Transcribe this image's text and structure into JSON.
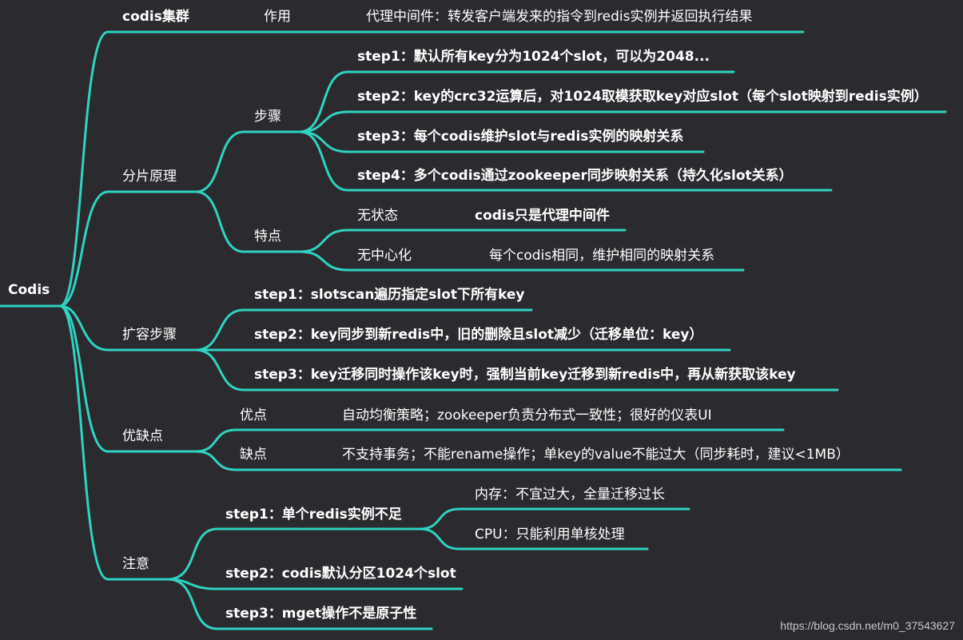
{
  "mindmap": {
    "root": "Codis",
    "branches": {
      "cluster": {
        "label": "codis集群",
        "child": "作用",
        "leaf": "代理中间件：转发客户端发来的指令到redis实例并返回执行结果"
      },
      "sharding": {
        "label": "分片原理",
        "steps": {
          "label": "步骤",
          "items": [
            "step1：默认所有key分为1024个slot，可以为2048...",
            "step2：key的crc32运算后，对1024取模获取key对应slot（每个slot映射到redis实例）",
            "step3：每个codis维护slot与redis实例的映射关系",
            "step4：多个codis通过zookeeper同步映射关系（持久化slot关系）"
          ]
        },
        "features": {
          "label": "特点",
          "items": [
            {
              "name": "无状态",
              "desc": "codis只是代理中间件"
            },
            {
              "name": "无中心化",
              "desc": "每个codis相同，维护相同的映射关系"
            }
          ]
        }
      },
      "scaling": {
        "label": "扩容步骤",
        "items": [
          "step1：slotscan遍历指定slot下所有key",
          "step2：key同步到新redis中，旧的删除且slot减少（迁移单位：key）",
          "step3：key迁移同时操作该key时，强制当前key迁移到新redis中，再从新获取该key"
        ]
      },
      "proscons": {
        "label": "优缺点",
        "items": [
          {
            "name": "优点",
            "desc": "自动均衡策略；zookeeper负责分布式一致性；很好的仪表UI"
          },
          {
            "name": "缺点",
            "desc": "不支持事务；不能rename操作；单key的value不能过大（同步耗时，建议<1MB）"
          }
        ]
      },
      "notes": {
        "label": "注意",
        "step1": {
          "label": "step1：单个redis实例不足",
          "items": [
            "内存：不宜过大，全量迁移过长",
            "CPU：只能利用单核处理"
          ]
        },
        "step2": "step2：codis默认分区1024个slot",
        "step3": "step3：mget操作不是原子性"
      }
    }
  },
  "watermark": "https://blog.csdn.net/m0_37543627",
  "colors": {
    "background": "#2b2a2e",
    "line": "#2ed3c1",
    "text": "#ffffff"
  }
}
